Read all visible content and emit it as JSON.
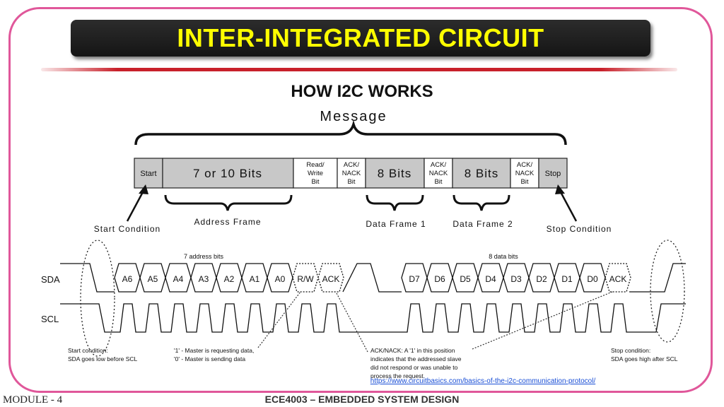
{
  "title": "INTER-INTEGRATED CIRCUIT",
  "subtitle": "HOW I2C WORKS",
  "message_label": "Message",
  "frame_fields": {
    "start": "Start",
    "address_bits": "7 or 10 Bits",
    "rw_line1": "Read/",
    "rw_line2": "Write",
    "rw_line3": "Bit",
    "ack1_line1": "ACK/",
    "ack1_line2": "NACK",
    "ack1_line3": "Bit",
    "data1_bits": "8 Bits",
    "ack2_line1": "ACK/",
    "ack2_line2": "NACK",
    "ack2_line3": "Bit",
    "data2_bits": "8 Bits",
    "ack3_line1": "ACK/",
    "ack3_line2": "NACK",
    "ack3_line3": "Bit",
    "stop": "Stop"
  },
  "frame_labels": {
    "start_condition": "Start Condition",
    "address_frame": "Address Frame",
    "data_frame_1": "Data Frame 1",
    "data_frame_2": "Data Frame 2",
    "stop_condition": "Stop Condition"
  },
  "timing": {
    "address_bits_label": "7 address bits",
    "data_bits_label": "8 data bits",
    "sda_label": "SDA",
    "scl_label": "SCL",
    "address_cells": [
      "A6",
      "A5",
      "A4",
      "A3",
      "A2",
      "A1",
      "A0",
      "R/W",
      "ACK"
    ],
    "data_cells": [
      "D7",
      "D6",
      "D5",
      "D4",
      "D3",
      "D2",
      "D1",
      "D0",
      "ACK"
    ]
  },
  "notes": {
    "start_line1": "Start condition:",
    "start_line2": "SDA goes low before SCL",
    "rw_line1": "'1' - Master is requesting data,",
    "rw_line2": "'0' - Master is sending data",
    "ack_line1": "ACK/NACK: A '1' in this position",
    "ack_line2": "indicates that the addressed slave",
    "ack_line3": "did not respond or was unable to",
    "ack_line4": "process the request.",
    "stop_line1": "Stop condition:",
    "stop_line2": "SDA goes high after SCL"
  },
  "source_link": "https://www.circuitbasics.com/basics-of-the-i2c-communication-protocol/",
  "footer": {
    "module": "MODULE - 4",
    "course": "ECE4003 – EMBEDDED SYSTEM DESIGN"
  },
  "colors": {
    "frame_border": "#e0579a",
    "title_text": "#ffff00",
    "title_bg": "#1e1e1e",
    "red_rule": "#c8202a",
    "field_gray": "#c8c8c8",
    "link": "#1a4fd6"
  }
}
